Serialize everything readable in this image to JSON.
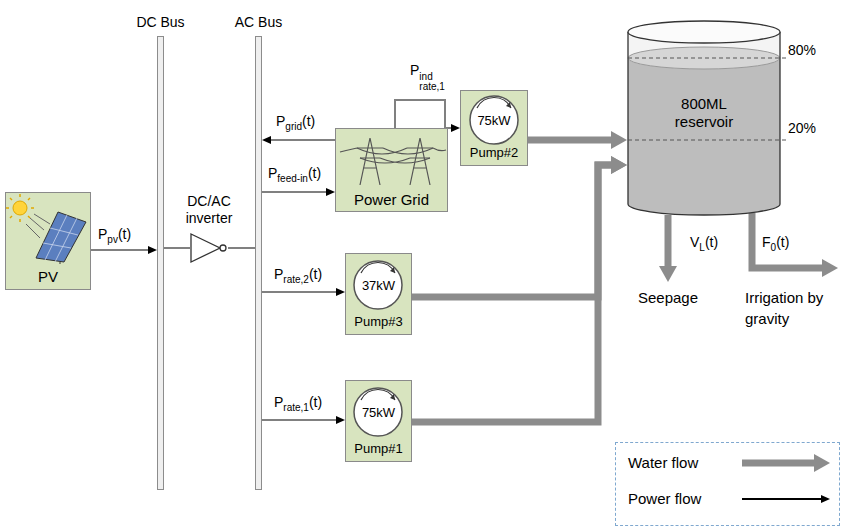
{
  "diagram": {
    "nodes": [
      {
        "text": [
          "DC Bus"
        ]
      },
      {
        "text": [
          "AC Bus"
        ]
      },
      {
        "text": [
          "PV"
        ]
      },
      {
        "text": [
          "DC/AC inverter"
        ]
      },
      {
        "text": [
          "Power Grid"
        ]
      },
      {
        "text": [
          "75kW",
          "Pump#2"
        ]
      },
      {
        "text": [
          "800ML reservoir"
        ]
      },
      {
        "text": [
          "37kW",
          "Pump#3"
        ]
      },
      {
        "text": [
          "75kW",
          "Pump#1"
        ]
      }
    ],
    "edges": [
      {
        "from": 2,
        "to": 0,
        "arrow": "to",
        "label": "Ppv(t)"
      },
      {
        "from": 0,
        "to": 3,
        "arrow": "none"
      },
      {
        "from": 3,
        "to": 1,
        "arrow": "none"
      },
      {
        "from": 4,
        "to": 1,
        "arrow": "to",
        "label": "Pgrid(t)"
      },
      {
        "from": 1,
        "to": 4,
        "arrow": "to",
        "label": "Pfeed-in(t)"
      },
      {
        "from": 4,
        "to": 5,
        "arrow": "to",
        "label": "Pind rate,1"
      },
      {
        "from": 1,
        "to": 7,
        "arrow": "to",
        "label": "Prate,2(t)"
      },
      {
        "from": 1,
        "to": 8,
        "arrow": "to",
        "label": "Prate,1(t)"
      },
      {
        "from": 5,
        "to": 6,
        "arrow": "to"
      },
      {
        "from": 7,
        "to": 6,
        "arrow": "to"
      },
      {
        "from": 8,
        "to": 6,
        "arrow": "to"
      }
    ],
    "labels": [
      "80%",
      "20%",
      "VL(t)",
      "F0(t)",
      "Seepage",
      "Irrigation by gravity"
    ],
    "legend": [
      {
        "text": "Water flow"
      },
      {
        "text": "Power flow"
      }
    ]
  }
}
